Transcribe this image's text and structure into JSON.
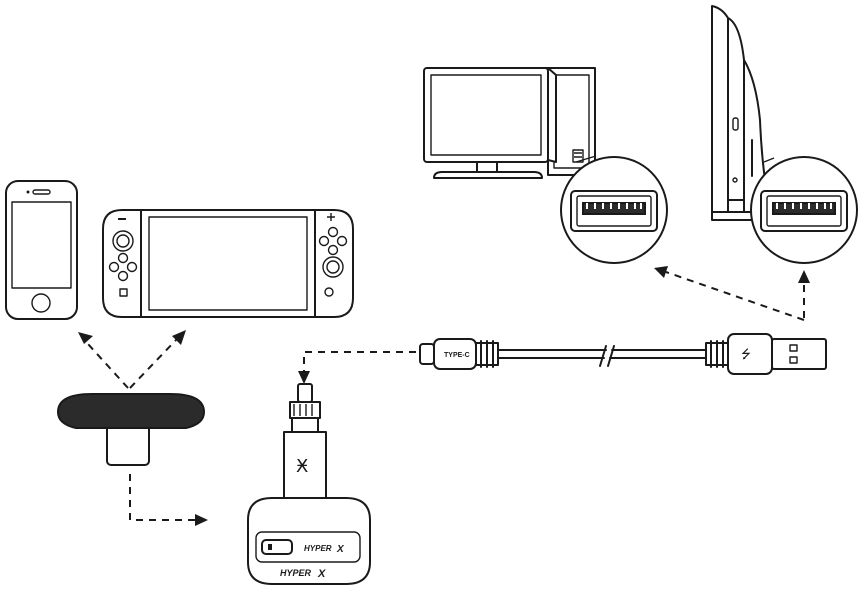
{
  "cable": {
    "typec_label": "TYPE-C",
    "usb_symbol": "⭍"
  },
  "dongle": {
    "top_brand": "HYPER",
    "top_brand_mark": "X",
    "front_brand": "HYPER",
    "front_brand_mark": "X",
    "logo_glyph": "Ӿ"
  },
  "colors": {
    "line": "#1a1a1a",
    "fill": "#ffffff",
    "dark": "#2b2b2b"
  }
}
